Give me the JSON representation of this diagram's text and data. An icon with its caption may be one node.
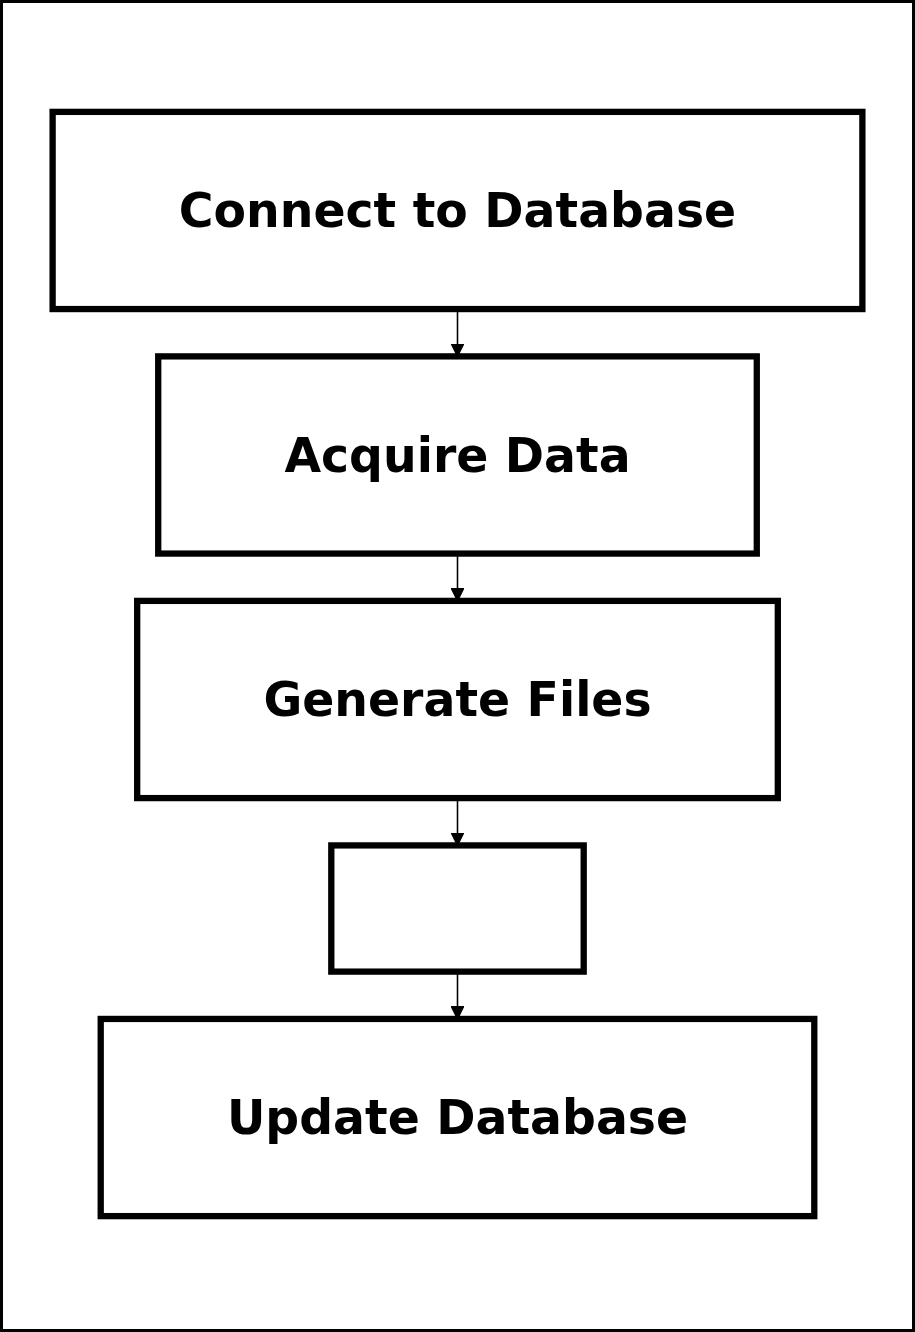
{
  "diagram": {
    "nodes": [
      {
        "text": [
          "Connect to Database"
        ]
      },
      {
        "text": [
          "Acquire Data"
        ]
      },
      {
        "text": [
          "Generate Files"
        ]
      },
      {
        "text": [],
        "shape": "box"
      },
      {
        "text": [
          "Update Database"
        ]
      }
    ],
    "edges": [
      {
        "from": 0,
        "to": 1,
        "arrow": "to"
      },
      {
        "from": 1,
        "to": 2,
        "arrow": "to"
      },
      {
        "from": 2,
        "to": 3,
        "arrow": "to"
      },
      {
        "from": 3,
        "to": 4,
        "arrow": "to"
      }
    ]
  }
}
